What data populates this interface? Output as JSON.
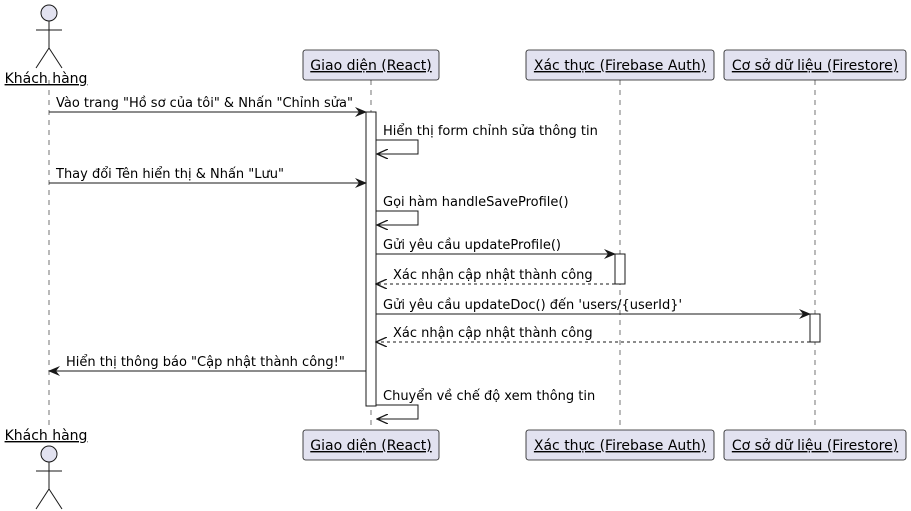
{
  "participants": [
    {
      "id": "customer",
      "label": "Khách hàng",
      "kind": "actor"
    },
    {
      "id": "ui",
      "label": "Giao diện (React)",
      "kind": "participant"
    },
    {
      "id": "auth",
      "label": "Xác thực (Firebase Auth)",
      "kind": "participant"
    },
    {
      "id": "db",
      "label": "Cơ sở dữ liệu (Firestore)",
      "kind": "participant"
    }
  ],
  "messages": [
    {
      "from": "customer",
      "to": "ui",
      "label": "Vào trang \"Hồ sơ của tôi\" & Nhấn \"Chỉnh sửa\"",
      "style": "solid"
    },
    {
      "from": "ui",
      "to": "ui",
      "label": "Hiển thị form chỉnh sửa thông tin",
      "style": "self"
    },
    {
      "from": "customer",
      "to": "ui",
      "label": "Thay đổi Tên hiển thị & Nhấn \"Lưu\"",
      "style": "solid"
    },
    {
      "from": "ui",
      "to": "ui",
      "label": "Gọi hàm handleSaveProfile()",
      "style": "self"
    },
    {
      "from": "ui",
      "to": "auth",
      "label": "Gửi yêu cầu updateProfile()",
      "style": "solid"
    },
    {
      "from": "auth",
      "to": "ui",
      "label": "Xác nhận cập nhật thành công",
      "style": "dashed"
    },
    {
      "from": "ui",
      "to": "db",
      "label": "Gửi yêu cầu updateDoc() đến 'users/{userId}'",
      "style": "solid"
    },
    {
      "from": "db",
      "to": "ui",
      "label": "Xác nhận cập nhật thành công",
      "style": "dashed"
    },
    {
      "from": "ui",
      "to": "customer",
      "label": "Hiển thị thông báo \"Cập nhật thành công!\"",
      "style": "solid"
    },
    {
      "from": "ui",
      "to": "ui",
      "label": "Chuyển về chế độ xem thông tin",
      "style": "self"
    }
  ],
  "colors": {
    "participant_fill": "#e2e2f0",
    "participant_stroke": "#181818",
    "activation_fill": "#ffffff",
    "line": "#181818"
  }
}
